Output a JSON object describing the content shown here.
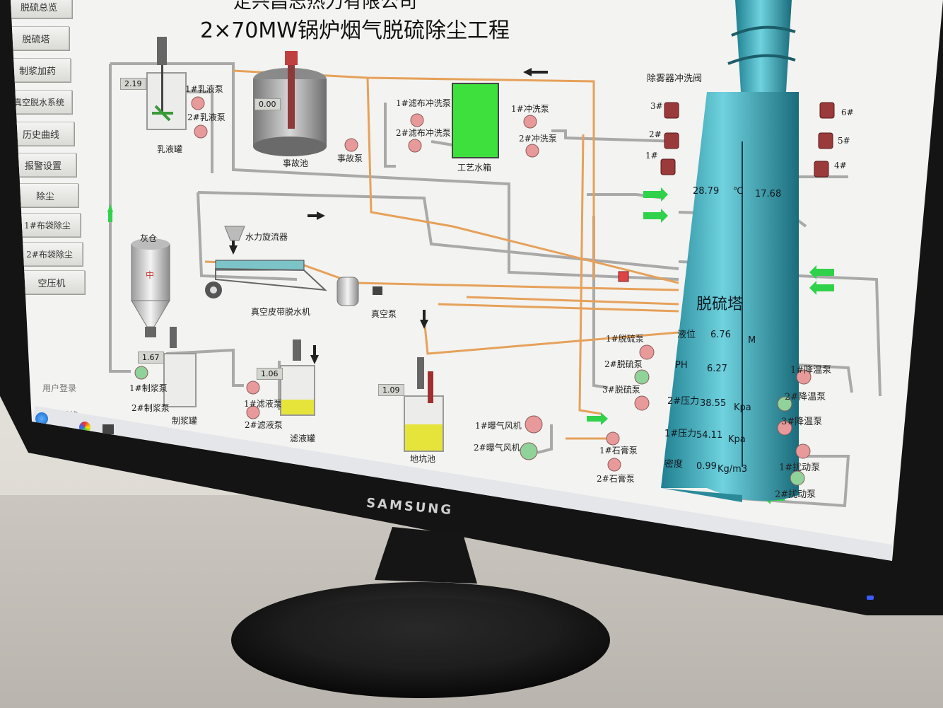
{
  "header": {
    "title_line1": "定兴昌志热力有限公司",
    "title_line2": "2×70MW锅炉烟气脱硫除尘工程"
  },
  "sidebar": {
    "items": [
      {
        "label": "脱硫总览"
      },
      {
        "label": "脱硫塔"
      },
      {
        "label": "制浆加药"
      },
      {
        "label": "真空脱水系统"
      },
      {
        "label": "历史曲线"
      },
      {
        "label": "报警设置"
      },
      {
        "label": "除尘"
      },
      {
        "label": "1#布袋除尘"
      },
      {
        "label": "2#布袋除尘"
      },
      {
        "label": "空压机"
      }
    ],
    "login": "用户登录",
    "exit": "退出系统"
  },
  "equipment": {
    "milk_tank": "乳液罐",
    "milk_pump1": "1#乳液泵",
    "milk_pump2": "2#乳液泵",
    "accident_pool": "事故池",
    "accident_pump": "事故泵",
    "filter_wash_pump1": "1#滤布冲洗泵",
    "filter_wash_pump2": "2#滤布冲洗泵",
    "process_tank": "工艺水箱",
    "wash_pump1": "1#冲洗泵",
    "wash_pump2": "2#冲洗泵",
    "demister_valve": "除雾器冲洗阀",
    "ash_silo": "灰仓",
    "ash_silo_mark": "中",
    "hydrocyclone": "水力旋流器",
    "vacuum_belt": "真空皮带脱水机",
    "vacuum_pump": "真空泵",
    "slurry_pump1": "1#制浆泵",
    "slurry_pump2": "2#制浆泵",
    "slurry_tank": "制浆罐",
    "filtrate_pump1": "1#滤液泵",
    "filtrate_pump2": "2#滤液泵",
    "filtrate_tank": "滤液罐",
    "pit": "地坑池",
    "blower1": "1#曝气风机",
    "blower2": "2#曝气风机",
    "gypsum_pump1": "1#石膏泵",
    "gypsum_pump2": "2#石膏泵",
    "desulf_pump1": "1#脱硫泵",
    "desulf_pump2": "2#脱硫泵",
    "desulf_pump3": "3#脱硫泵",
    "cool_pump1": "1#降温泵",
    "cool_pump2": "2#降温泵",
    "cool_pump3": "3#降温泵",
    "stir_pump1": "1#扰动泵",
    "stir_pump2": "2#扰动泵",
    "tower": "脱硫塔"
  },
  "valves": [
    "3#",
    "2#",
    "1#",
    "6#",
    "5#",
    "4#"
  ],
  "readings": {
    "milk_level": "2.19",
    "accident_level": "0.00",
    "slurry_level": "1.67",
    "filtrate_level": "1.06",
    "pit_level": "1.09",
    "temp_in": "28.79",
    "temp_unit": "℃",
    "temp_out": "17.68",
    "tower_level_label": "液位",
    "tower_level": "6.76",
    "tower_level_unit": "M",
    "ph_label": "PH",
    "ph": "6.27",
    "p2_label": "2#压力",
    "p2": "38.55",
    "p2_unit": "Kpa",
    "p1_label": "1#压力",
    "p1": "54.11",
    "p1_unit": "Kpa",
    "density_label": "密度",
    "density": "0.99",
    "density_unit": "Kg/m3"
  },
  "monitor": {
    "brand": "SAMSUNG"
  },
  "colors": {
    "tower": "#3aa3b4",
    "pump_red": "#e89a9a",
    "pump_green": "#8fd39a",
    "flow_green": "#2fd24a",
    "pipe_orange": "#e6a15a",
    "pipe_grey": "#a9a9a9",
    "tank_green": "#3ee03e",
    "slurry_yellow": "#e6e43a"
  }
}
